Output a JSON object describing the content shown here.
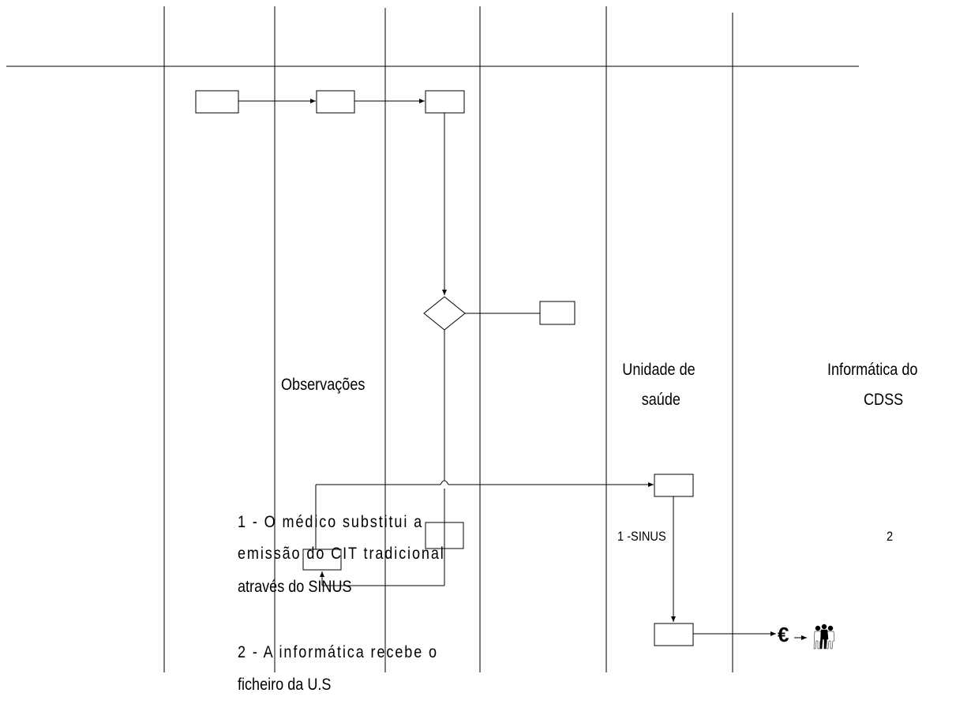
{
  "lanes": {
    "unidade_saude_line1": "Unidade de",
    "unidade_saude_line2": "saúde",
    "informatica_line1": "Informática do",
    "informatica_line2": "CDSS"
  },
  "observacoes": {
    "title": "Observações",
    "note1_line1": "1 - O médico substitui a",
    "note1_line2": "emissão do CIT tradicional",
    "note1_line3": "através do SINUS",
    "note2_line1": "2 - A informática recebe o",
    "note2_line2": "ficheiro da U.S"
  },
  "step_labels": {
    "sinus": "1 -SINUS",
    "two": "2"
  },
  "icons": {
    "euro": "€",
    "people": "people-icon"
  },
  "colors": {
    "line": "#000000",
    "background": "#ffffff"
  }
}
